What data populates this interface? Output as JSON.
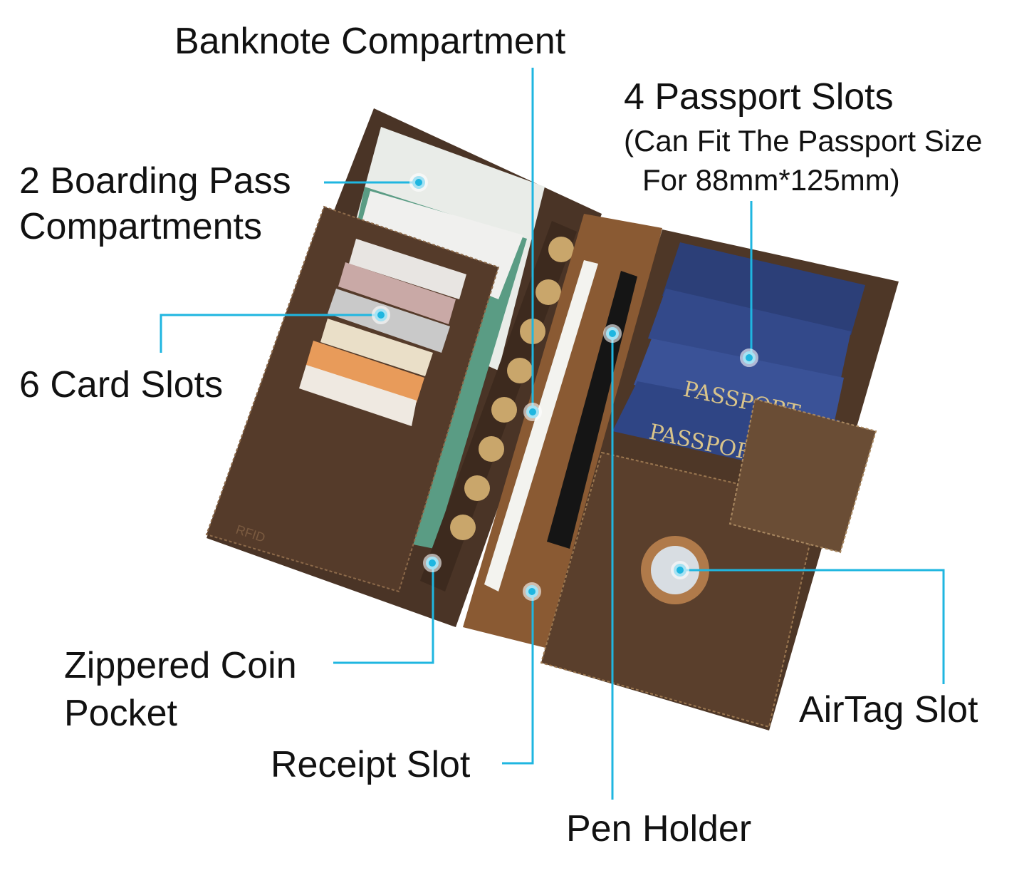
{
  "callout_color": "#1fb6e0",
  "labels": {
    "banknote": "Banknote Compartment",
    "passport_title": "4 Passport Slots",
    "passport_note_1": "(Can Fit The Passport Size",
    "passport_note_2": "For 88mm*125mm)",
    "boarding_1": "2 Boarding Pass",
    "boarding_2": "Compartments",
    "cards": "6 Card Slots",
    "coin_1": "Zippered Coin",
    "coin_2": "Pocket",
    "receipt": "Receipt Slot",
    "pen": "Pen Holder",
    "airtag": "AirTag Slot"
  },
  "product_text": {
    "passport_cover": "PASSPORT",
    "rfid": "RFID"
  }
}
